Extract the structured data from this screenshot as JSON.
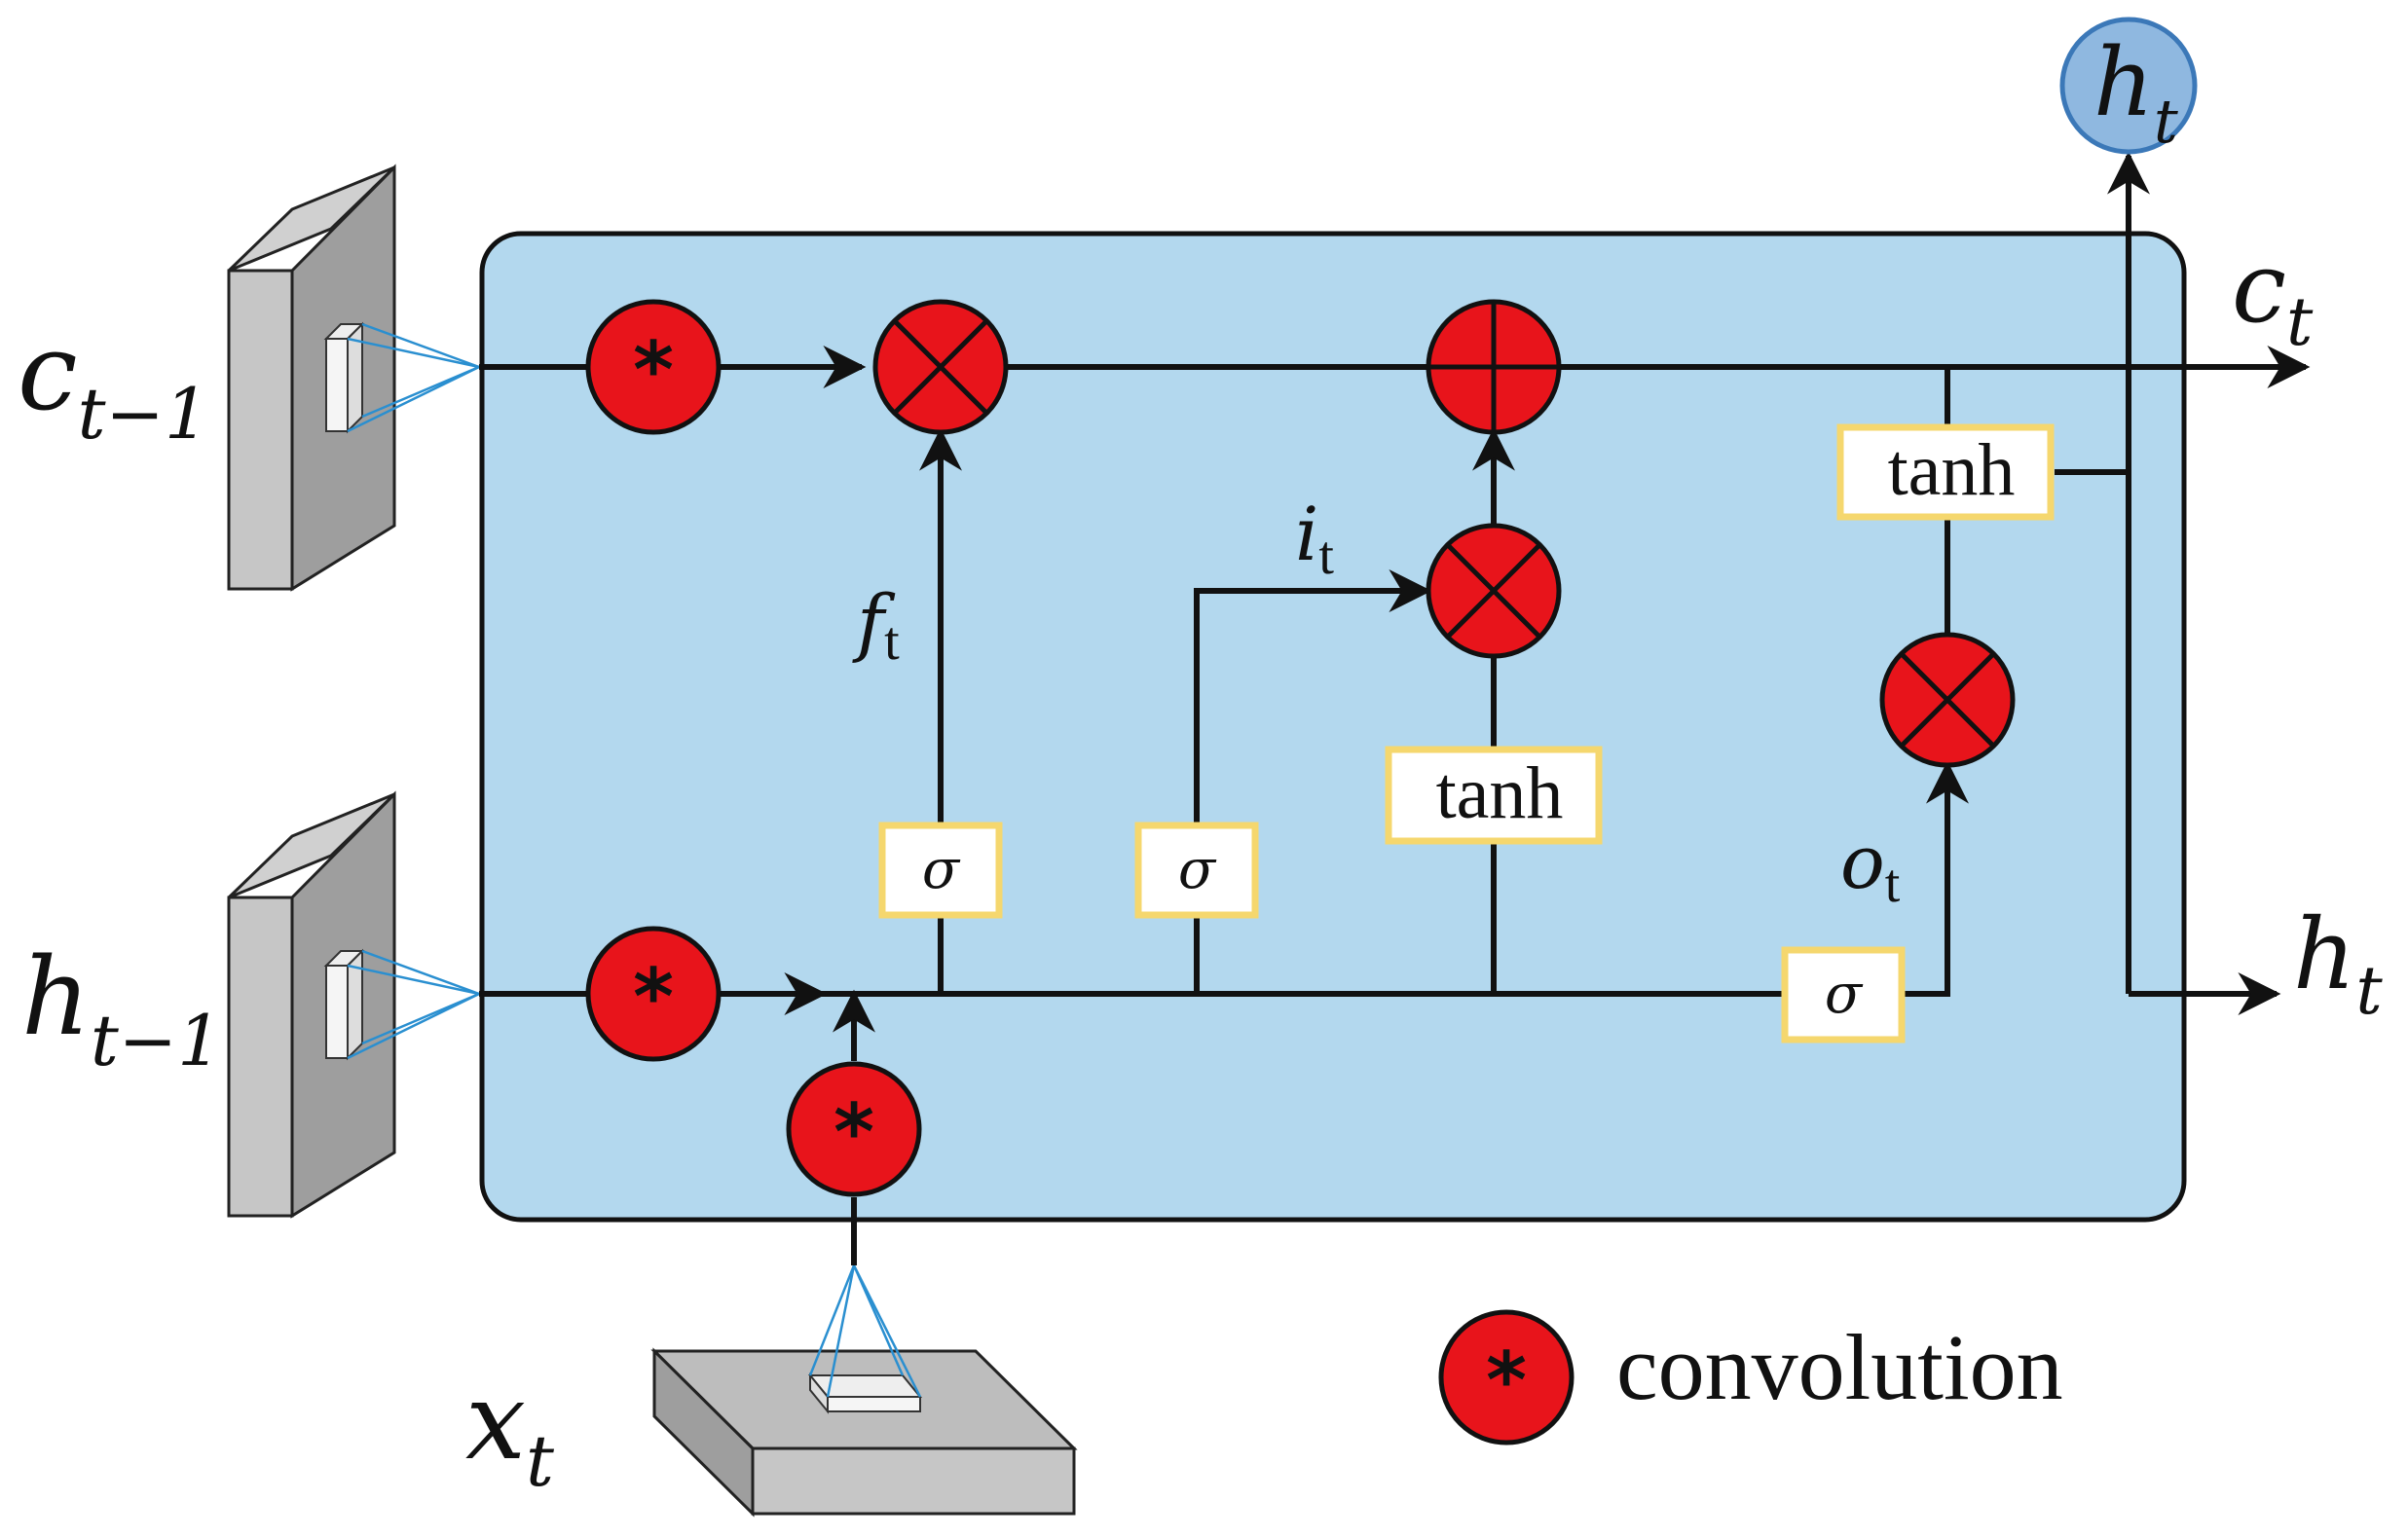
{
  "labels": {
    "c_prev": {
      "base": "c",
      "sub": "t−1"
    },
    "h_prev": {
      "base": "h",
      "sub": "t−1"
    },
    "x_t": {
      "base": "x",
      "sub": "t"
    },
    "c_t": {
      "base": "c",
      "sub": "t"
    },
    "h_t_out": {
      "base": "h",
      "sub": "t"
    },
    "h_t_top": {
      "base": "h",
      "sub": "t"
    },
    "f_t": {
      "base": "f",
      "sub": "t"
    },
    "i_t": {
      "base": "i",
      "sub": "t"
    },
    "o_t": {
      "base": "o",
      "sub": "t"
    }
  },
  "gates": {
    "sigma_f": "σ",
    "sigma_i": "σ",
    "sigma_o": "σ",
    "tanh_candidate": "tanh",
    "tanh_output": "tanh"
  },
  "operators": {
    "conv": "*"
  },
  "legend": {
    "symbol": "*",
    "label": "convolution"
  },
  "colors": {
    "cell_fill": "#b3d8ee",
    "operator_red": "#e8141b",
    "gate_border": "#f5d76e",
    "ht_circle": "#8fb8e0",
    "line": "#111111",
    "kernel_line": "#2a8fd0"
  }
}
